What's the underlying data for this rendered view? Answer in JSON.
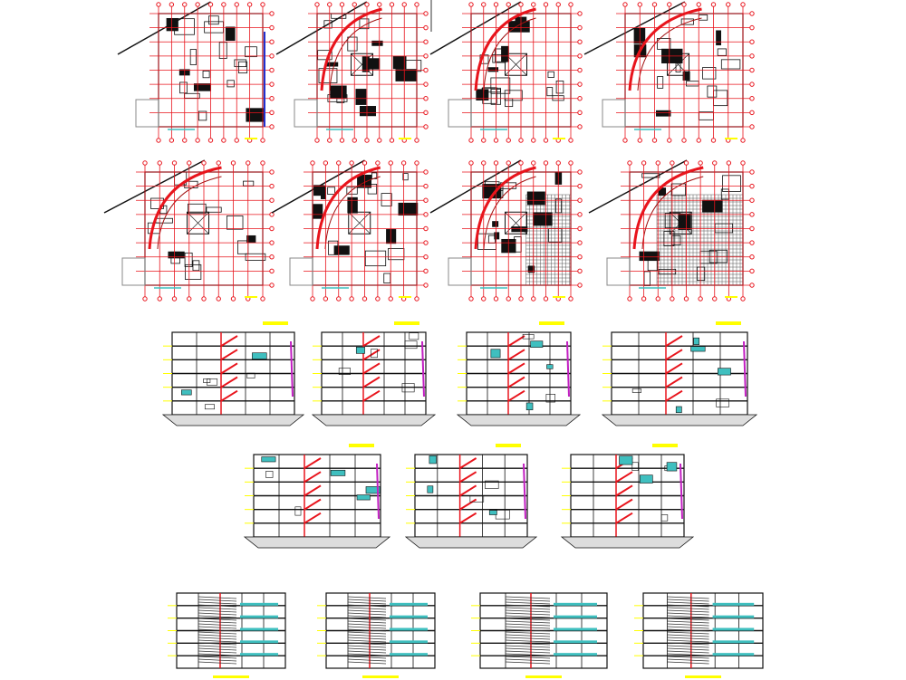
{
  "sheet": {
    "background": "#ffffff",
    "colors": {
      "grid": "#e8141c",
      "wall": "#111111",
      "label_bar": "#ffff00",
      "accent_cyan": "#3fbfbf",
      "accent_magenta": "#c21fc2",
      "accent_green": "#1fa31f",
      "accent_blue": "#2030d0"
    },
    "drawings": [
      {
        "kind": "floor-plan",
        "variant": "plain"
      },
      {
        "kind": "floor-plan",
        "variant": "arc"
      },
      {
        "kind": "floor-plan",
        "variant": "arc"
      },
      {
        "kind": "floor-plan",
        "variant": "arc"
      },
      {
        "kind": "floor-plan",
        "variant": "arc"
      },
      {
        "kind": "floor-plan",
        "variant": "arc"
      },
      {
        "kind": "floor-plan",
        "variant": "arc-hatch"
      },
      {
        "kind": "floor-plan",
        "variant": "roof"
      },
      {
        "kind": "section"
      },
      {
        "kind": "section"
      },
      {
        "kind": "section"
      },
      {
        "kind": "section"
      },
      {
        "kind": "section"
      },
      {
        "kind": "section"
      },
      {
        "kind": "section"
      },
      {
        "kind": "elevation"
      },
      {
        "kind": "elevation"
      },
      {
        "kind": "elevation"
      },
      {
        "kind": "elevation"
      }
    ]
  }
}
